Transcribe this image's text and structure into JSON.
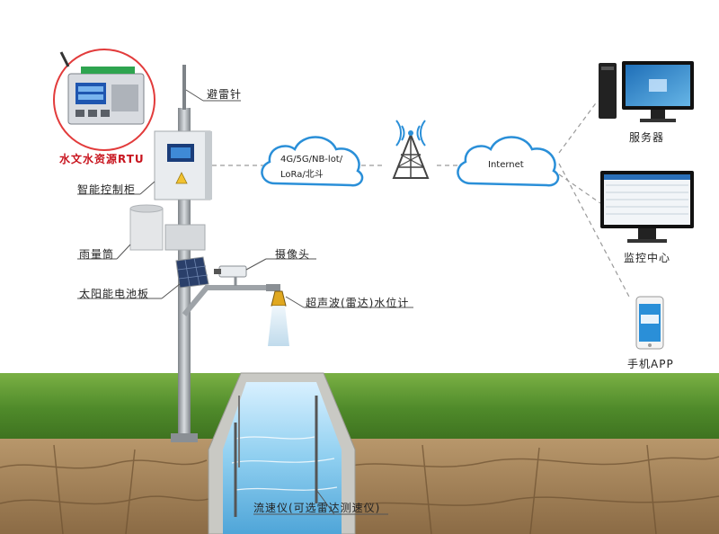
{
  "labels": {
    "rtu": "水文水资源RTU",
    "lightning_rod": "避雷针",
    "control_cabinet": "智能控制柜",
    "rain_gauge": "雨量筒",
    "camera": "摄像头",
    "solar_panel": "太阳能电池板",
    "level_meter": "超声波(雷达)水位计",
    "flow_meter": "流速仪(可选雷达测速仪)",
    "network_line1": "4G/5G/NB-lot/",
    "network_line2": "LoRa/北斗",
    "internet": "Internet",
    "server": "服务器",
    "monitor_center": "监控中心",
    "mobile_app": "手机APP"
  },
  "colors": {
    "rtu_circle": "#e23b3b",
    "rtu_text": "#c8141e",
    "cloud_stroke": "#2a8fd8",
    "grass": "#4f8a2a",
    "soil": "#a4825c",
    "water": "#8fcff0",
    "pole": "#9ea3a8"
  },
  "icons": [
    "antenna-tower-icon",
    "cloud-icon",
    "desktop-computer-icon",
    "phone-icon"
  ]
}
